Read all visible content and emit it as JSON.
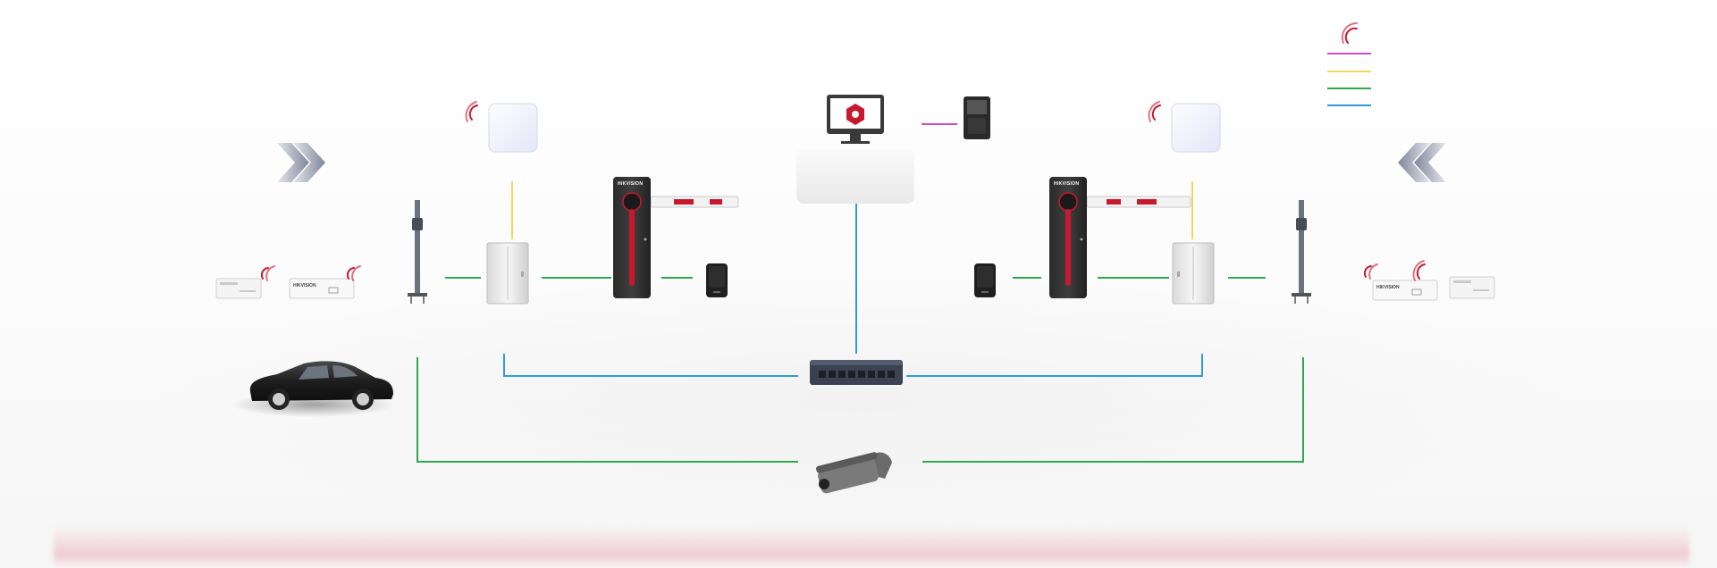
{
  "brand": {
    "barrier_logo": "HIKVISION",
    "terminal_logo": "HIKVISION"
  },
  "colors": {
    "line_magenta": "#c94cc9",
    "line_yellow": "#f0d95a",
    "line_green": "#2ea84f",
    "line_blue": "#2f9bd6",
    "accent_red": "#c8182e",
    "rfid_signal": "#c8182e"
  },
  "legend": {
    "swatches": [
      "magenta",
      "yellow",
      "green",
      "blue"
    ]
  },
  "icons": [
    "entry-direction-chevron-icon",
    "exit-direction-chevron-icon",
    "car-icon",
    "rfid-reader-panel-icon",
    "control-cabinet-icon",
    "barrier-gate-icon",
    "card-reader-icon",
    "loop-detector-pole-icon",
    "management-monitor-icon",
    "desktop-card-enrollment-icon",
    "network-switch-icon",
    "bullet-camera-icon",
    "rfid-card-icon",
    "signal-wave-icon"
  ]
}
